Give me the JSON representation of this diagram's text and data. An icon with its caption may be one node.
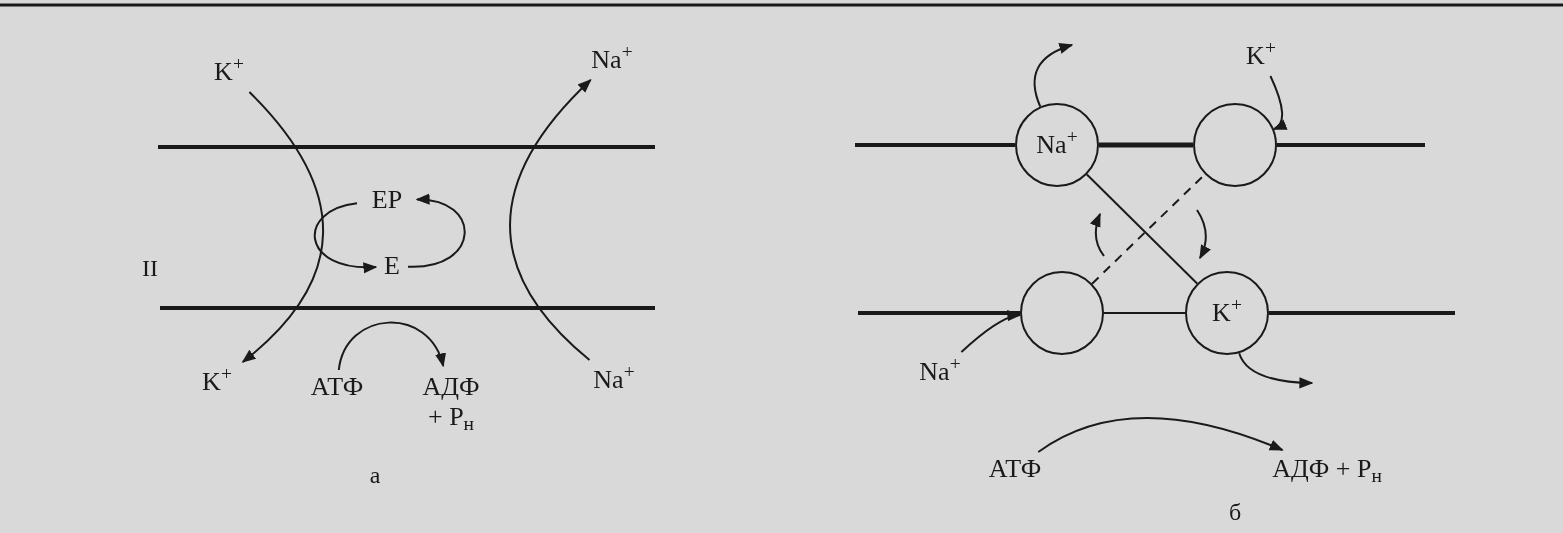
{
  "diagram": {
    "nodes": [
      {
        "text": [
          "K$^{+}$"
        ]
      },
      {
        "text": [
          "Na$^{+}$"
        ]
      },
      {
        "text": [
          "EP"
        ]
      },
      {
        "text": [
          "E"
        ]
      },
      {
        "text": [
          "K$^{+}$"
        ]
      },
      {
        "text": [
          "АТФ"
        ]
      },
      {
        "text": [
          "АДФ + P$_{н}$"
        ]
      },
      {
        "text": [
          "Na$^{+}$"
        ]
      },
      {
        "text": [
          "Na$^{+}$"
        ]
      },
      {
        "text": [
          "K$^{+}$"
        ]
      },
      {
        "text": [],
        "shape": "circle"
      },
      {
        "text": [],
        "shape": "circle"
      },
      {
        "text": [
          "K$^{+}$"
        ]
      },
      {
        "text": [
          "Na$^{+}$"
        ]
      },
      {
        "text": [
          "АТФ"
        ]
      },
      {
        "text": [
          "АДФ + P$_{н}$"
        ]
      }
    ],
    "edges": [
      {
        "from": 0,
        "to": 4,
        "arrow": "to"
      },
      {
        "from": 7,
        "to": 1,
        "arrow": "to"
      },
      {
        "from": 2,
        "to": 3,
        "arrow": "to"
      },
      {
        "from": 3,
        "to": 2,
        "arrow": "to"
      },
      {
        "from": 5,
        "to": 6,
        "arrow": "to"
      },
      {
        "from": 8,
        "to": null,
        "arrow": "to"
      },
      {
        "from": 9,
        "to": 10,
        "arrow": "to"
      },
      {
        "from": 13,
        "to": 11,
        "arrow": "to"
      },
      {
        "from": 12,
        "to": null,
        "arrow": "to"
      },
      {
        "from": 8,
        "to": 12,
        "arrow": "none"
      },
      {
        "from": 11,
        "to": 10,
        "arrow": "none",
        "style": "dashed"
      },
      {
        "from": 8,
        "to": 10,
        "arrow": "none",
        "style": "thick"
      },
      {
        "from": 11,
        "to": 12,
        "arrow": "none"
      },
      {
        "from": 14,
        "to": 15,
        "arrow": "to"
      }
    ],
    "labels": [
      "II",
      "а",
      "б"
    ]
  }
}
